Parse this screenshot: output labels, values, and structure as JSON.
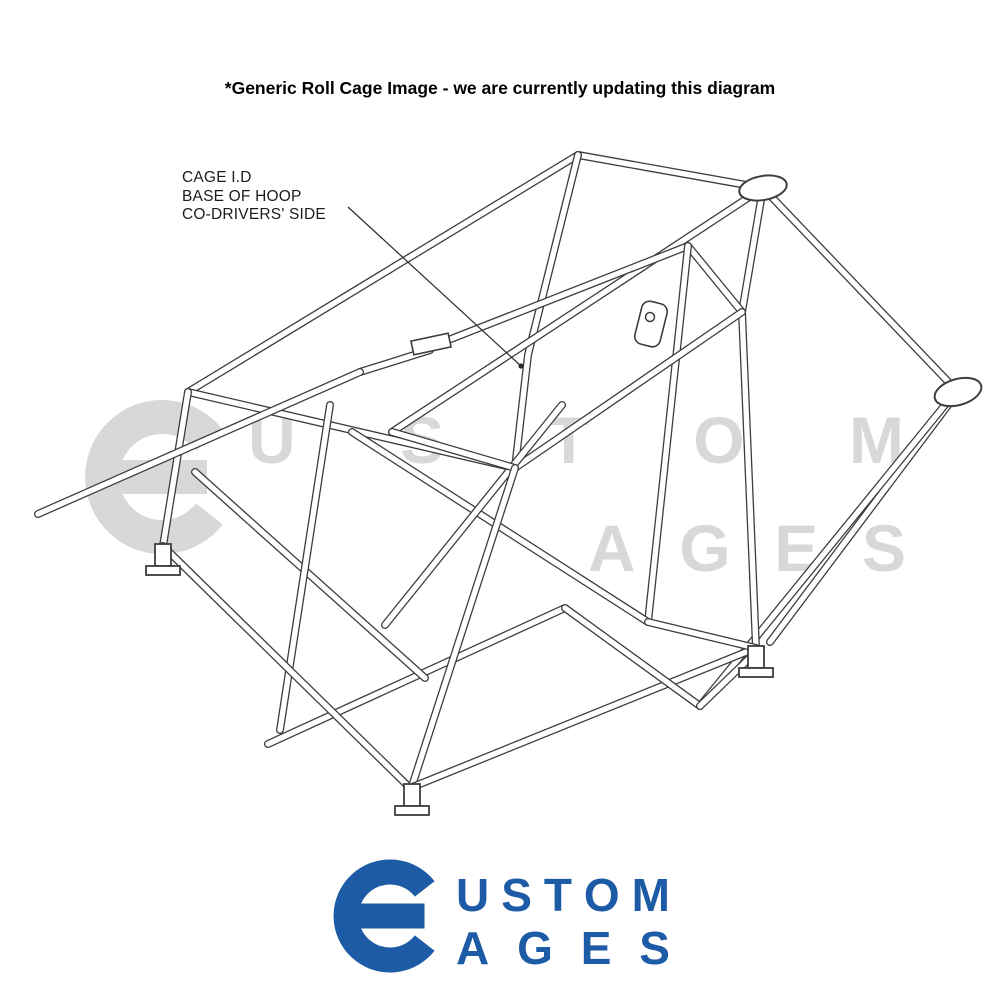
{
  "header": {
    "title": "*Generic Roll Cage Image - we are currently updating this diagram"
  },
  "annotation": {
    "line1": "CAGE I.D",
    "line2": "BASE OF HOOP",
    "line3": "CO-DRIVERS' SIDE"
  },
  "watermark": {
    "top": "USTOM",
    "bottom": "AGES"
  },
  "logo": {
    "top": "USTOM",
    "bottom": "AGES"
  },
  "icons": {
    "logo_c": "c-ring-glyph",
    "watermark_c": "c-ring-glyph"
  },
  "colors": {
    "logo_blue": "#1d5ba6",
    "watermark_gray": "#d8d8d8",
    "diagram_line": "#3d3d3d",
    "background": "#ffffff"
  }
}
